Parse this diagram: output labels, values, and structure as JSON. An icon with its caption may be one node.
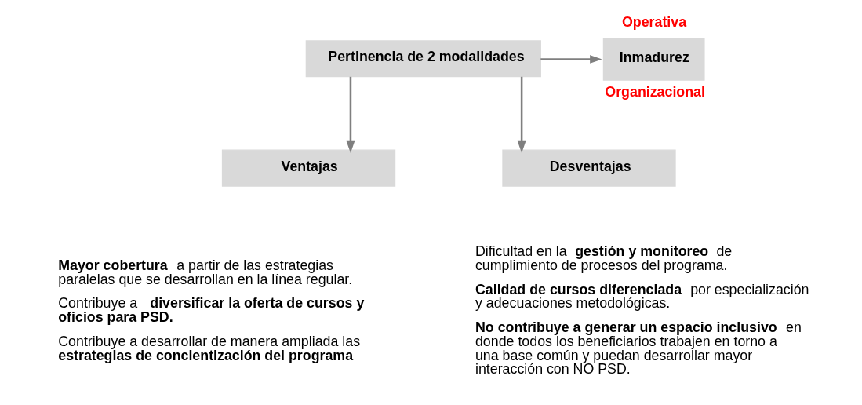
{
  "diagram": {
    "nodes": [
      {
        "text": [
          "Pertinencia de 2 modalidades"
        ]
      },
      {
        "text": [
          "Inmadurez"
        ],
        "beside": [
          "Operativa",
          "Organizacional"
        ]
      },
      {
        "text": [
          "Ventajas"
        ],
        "beside": [
          "**Mayor cobertura** a partir de las estrategias paralelas que se desarrollan en la línea regular.",
          "Contribuye a **diversificar la oferta de cursos y oficios para PSD.**",
          "Contribuye a desarrollar de manera ampliada las **estrategias de concientización del programa**"
        ]
      },
      {
        "text": [
          "Desventajas"
        ],
        "beside": [
          "Dificultad en la **gestión y monitoreo** de cumplimiento de procesos del programa.",
          "**Calidad de cursos diferenciada** por especialización y adecuaciones metodológicas.",
          "**No contribuye a generar un espacio inclusivo** en donde todos los beneficiarios trabajen en torno a una base común y puedan desarrollar mayor interacción con NO PSD."
        ]
      }
    ],
    "edges": [
      {
        "from": 0,
        "to": 1,
        "arrow": "to"
      },
      {
        "from": 0,
        "to": 2,
        "arrow": "to"
      },
      {
        "from": 0,
        "to": 3,
        "arrow": "to"
      }
    ]
  }
}
